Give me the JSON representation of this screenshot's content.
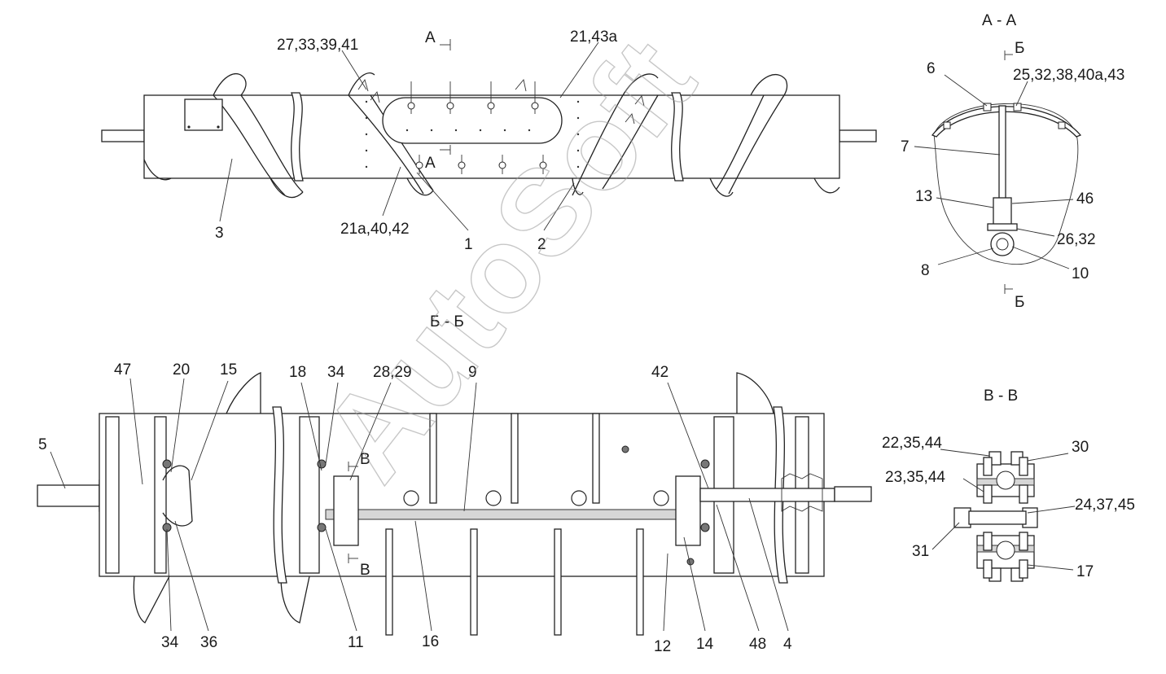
{
  "watermark": "AutoSoft",
  "sections": {
    "aa_title": "А - А",
    "bb_title": "Б - Б",
    "vv_title": "В - В",
    "mark_a": "А",
    "mark_b": "Б",
    "mark_v": "В"
  },
  "callouts": {
    "top_view": [
      "27,33,39,41",
      "21,43а",
      "3",
      "21а,40,42",
      "1",
      "2"
    ],
    "section_aa": [
      "6",
      "25,32,38,40а,43",
      "7",
      "13",
      "46",
      "26,32",
      "8",
      "10"
    ],
    "section_bb_top": [
      "47",
      "20",
      "15",
      "18",
      "34",
      "28,29",
      "9",
      "42",
      "5"
    ],
    "section_bb_bottom": [
      "34",
      "36",
      "11",
      "16",
      "12",
      "14",
      "48",
      "4"
    ],
    "section_vv": [
      "22,35,44",
      "30",
      "23,35,44",
      "24,37,45",
      "31",
      "17"
    ]
  }
}
